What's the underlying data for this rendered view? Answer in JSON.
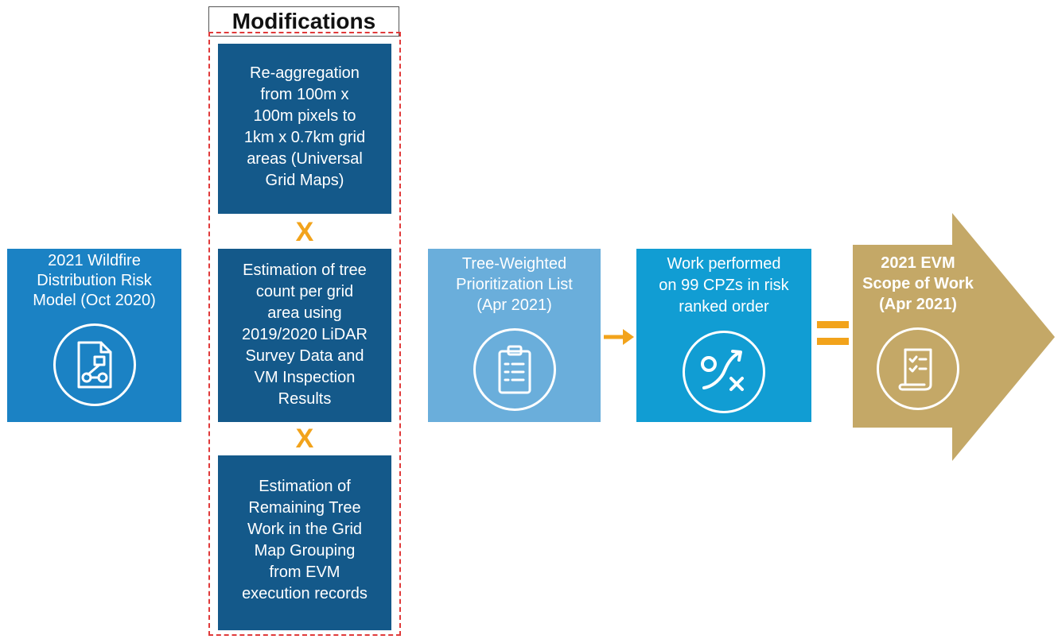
{
  "title": "Modifications",
  "modifications": [
    {
      "text": "Re-aggregation\nfrom 100m x\n100m pixels to\n1km x 0.7km grid\nareas (Universal\nGrid Maps)"
    },
    {
      "text": "Estimation of tree\ncount per grid\narea using\n2019/2020 LiDAR\nSurvey Data and\nVM Inspection\nResults"
    },
    {
      "text": "Estimation of\nRemaining Tree\nWork in the Grid\nMap Grouping\nfrom EVM\nexecution records"
    }
  ],
  "operators": {
    "times": "X",
    "equals": "="
  },
  "model_box": {
    "text": "2021 Wildfire\nDistribution Risk\nModel (Oct 2020)",
    "icon": "document-flowchart-icon"
  },
  "prioritization_box": {
    "text": "Tree-Weighted\nPrioritization List\n(Apr 2021)",
    "icon": "clipboard-list-icon"
  },
  "work_box": {
    "text": "Work performed\non 99 CPZs in risk\nranked order",
    "icon": "strategy-path-icon"
  },
  "evm_box": {
    "text": "2021 EVM\nScope of Work\n(Apr 2021)",
    "icon": "checklist-scroll-icon"
  },
  "colors": {
    "model": "#1b82c4",
    "modification": "#14598a",
    "prioritization": "#6aaedb",
    "work": "#119dd3",
    "evm_arrow": "#c4a867",
    "accent": "#f2a31b",
    "dashed_border": "#e03a3a"
  }
}
